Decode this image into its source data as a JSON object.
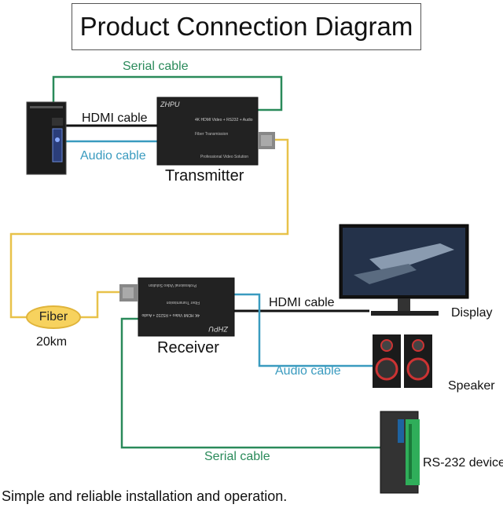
{
  "title": "Product Connection Diagram",
  "labels": {
    "serial_top": "Serial cable",
    "hdmi_top": "HDMI cable",
    "audio_top": "Audio cable",
    "transmitter": "Transmitter",
    "fiber": "Fiber",
    "fiber_len": "20km",
    "receiver": "Receiver",
    "hdmi_bottom": "HDMI cable",
    "display": "Display",
    "audio_bottom": "Audio cable",
    "speaker": "Speaker",
    "serial_bottom": "Serial cable",
    "rs232": "RS-232 device"
  },
  "transmitter_device": {
    "brand": "ZHPU",
    "model_line": "4K HDMI Video + RS232 + Audio",
    "sub_line": "Fiber Transmission",
    "footer_line": "Professional Video Solution"
  },
  "receiver_device": {
    "brand": "ZHPU",
    "model_line": "4K HDMI Video + RS232 + Audio",
    "sub_line": "Fiber Transmission",
    "footer_line": "Professional Video Solution"
  },
  "footer": "Simple and reliable installation and operation.",
  "colors": {
    "serial": "#2a8a5a",
    "audio": "#3a9bbf",
    "fiber": "#e8c24a",
    "hdmi": "#111111"
  }
}
